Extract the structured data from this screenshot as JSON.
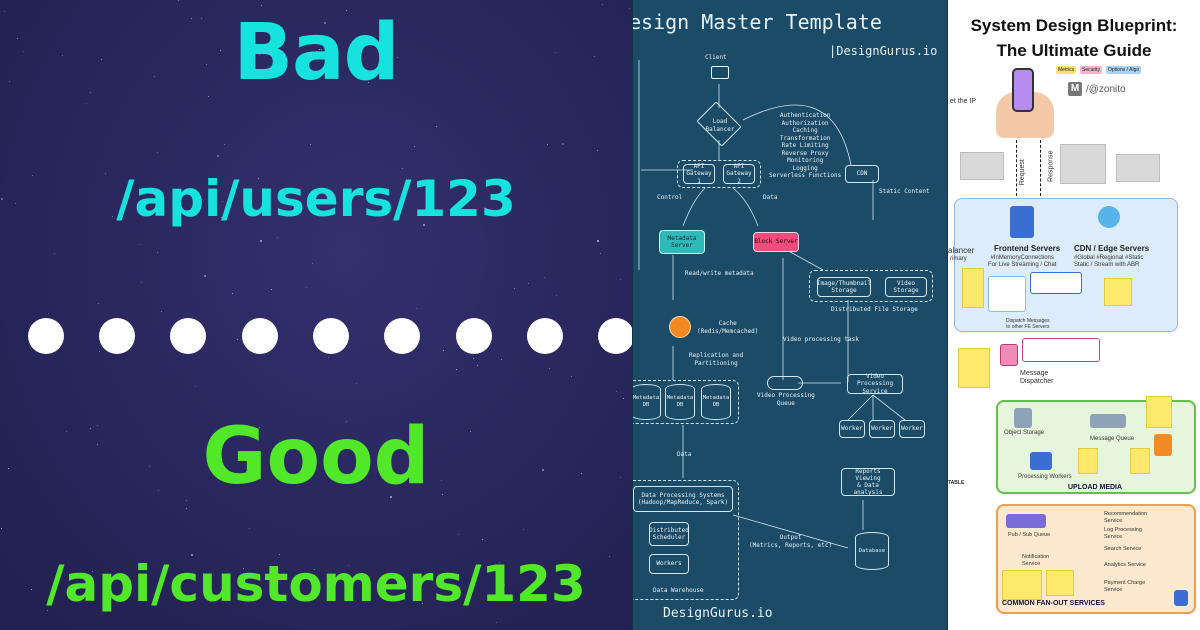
{
  "left_panel": {
    "bad_label": "Bad",
    "bad_url": "/api/users/123",
    "good_label": "Good",
    "good_url": "/api/customers/123",
    "colors": {
      "bad": "#17e3de",
      "good": "#52e82a",
      "background": "#2a285f"
    }
  },
  "middle_panel": {
    "title": "esign Master Template",
    "brand": "|DesignGurus.io",
    "footer": "DesignGurus.io",
    "nodes": {
      "client": "Client",
      "load_balancer": "Load\nBalancer",
      "api_gateway_1": "API\nGateway 1",
      "api_gateway_2": "API\nGateway 2",
      "cdn": "CDN",
      "metadata_server": "Metadata\nServer",
      "block_server": "Block Server",
      "cache": "Cache\n(Redis/Memcached)",
      "thumbnail_storage": "Image/Thumbnail\nStorage",
      "video_storage": "Video\nStorage",
      "distributed_file_storage": "Distributed File Storage",
      "video_processing_queue": "Video Processing\nQueue",
      "video_processing_service": "Video Processing\nService",
      "metadata_db_1": "Metadata\nDB",
      "metadata_db_2": "Metadata\nDB",
      "metadata_db_3": "Metadata\nDB",
      "worker_1": "Worker",
      "worker_2": "Worker",
      "worker_3": "Worker",
      "data_processing": "Data Processing Systems\n(Hadoop/MapReduce, Spark)",
      "distributed_scheduler": "Distributed\nScheduler",
      "workers": "Workers",
      "data_warehouse": "Data Warehouse",
      "reports": "Reports Viewing\n& Data analysis",
      "database": "Database"
    },
    "labels": {
      "gateway_features": "Authentication\nAuthorization\nCaching\nTransformation\nRate Limiting\nReverse Proxy\nMonitoring\nLogging\nServerless Functions",
      "static_content": "Static Content",
      "control": "Control",
      "data": "Data",
      "read_write_metadata": "Read/write metadata",
      "replication": "Replication and\nPartitioning",
      "video_processing_task": "Video processing task",
      "data_down": "Data",
      "output": "Output\n(Metrics, Reports, etc)"
    }
  },
  "right_panel": {
    "title_line1": "System Design Blueprint:",
    "title_line2": "The Ultimate Guide",
    "author": "/@zonito",
    "tags": [
      "Metrics",
      "Security",
      "Options / Algo"
    ],
    "get_ip": "et the IP",
    "request": "Request",
    "response": "Response",
    "load_balancer": "alancer",
    "load_balancer_sub": "rimary",
    "frontend_servers": "Frontend Servers",
    "frontend_sub": "#InMemoryConnections\nFor Live Streaming / Chat",
    "cdn_servers": "CDN / Edge Servers",
    "cdn_sub": "#Global #Regional #Static\nStatic / Stream with ABR",
    "dispatch": "Dispatch Messages\nto other FE Servers",
    "message_dispatcher": "Message\nDispatcher",
    "object_storage": "Object Storage",
    "message_queue": "Message Queue",
    "processing_workers": "Processing Workers",
    "upload_media": "UPLOAD MEDIA",
    "table_label": "TABLE",
    "pubsub": "Pub / Sub Queue",
    "notification": "Notification\nService",
    "recommendation": "Recommendation\nService",
    "log_processing": "Log Processing\nService",
    "search": "Search Service",
    "analytics": "Analytics Service",
    "payment": "Payment Charge\nService",
    "fanout": "COMMON FAN-OUT SERVICES",
    "colors": {
      "blue_section": "#dcecfb",
      "green_section": "#e6f6dd",
      "orange_section": "#fde9cf"
    }
  }
}
